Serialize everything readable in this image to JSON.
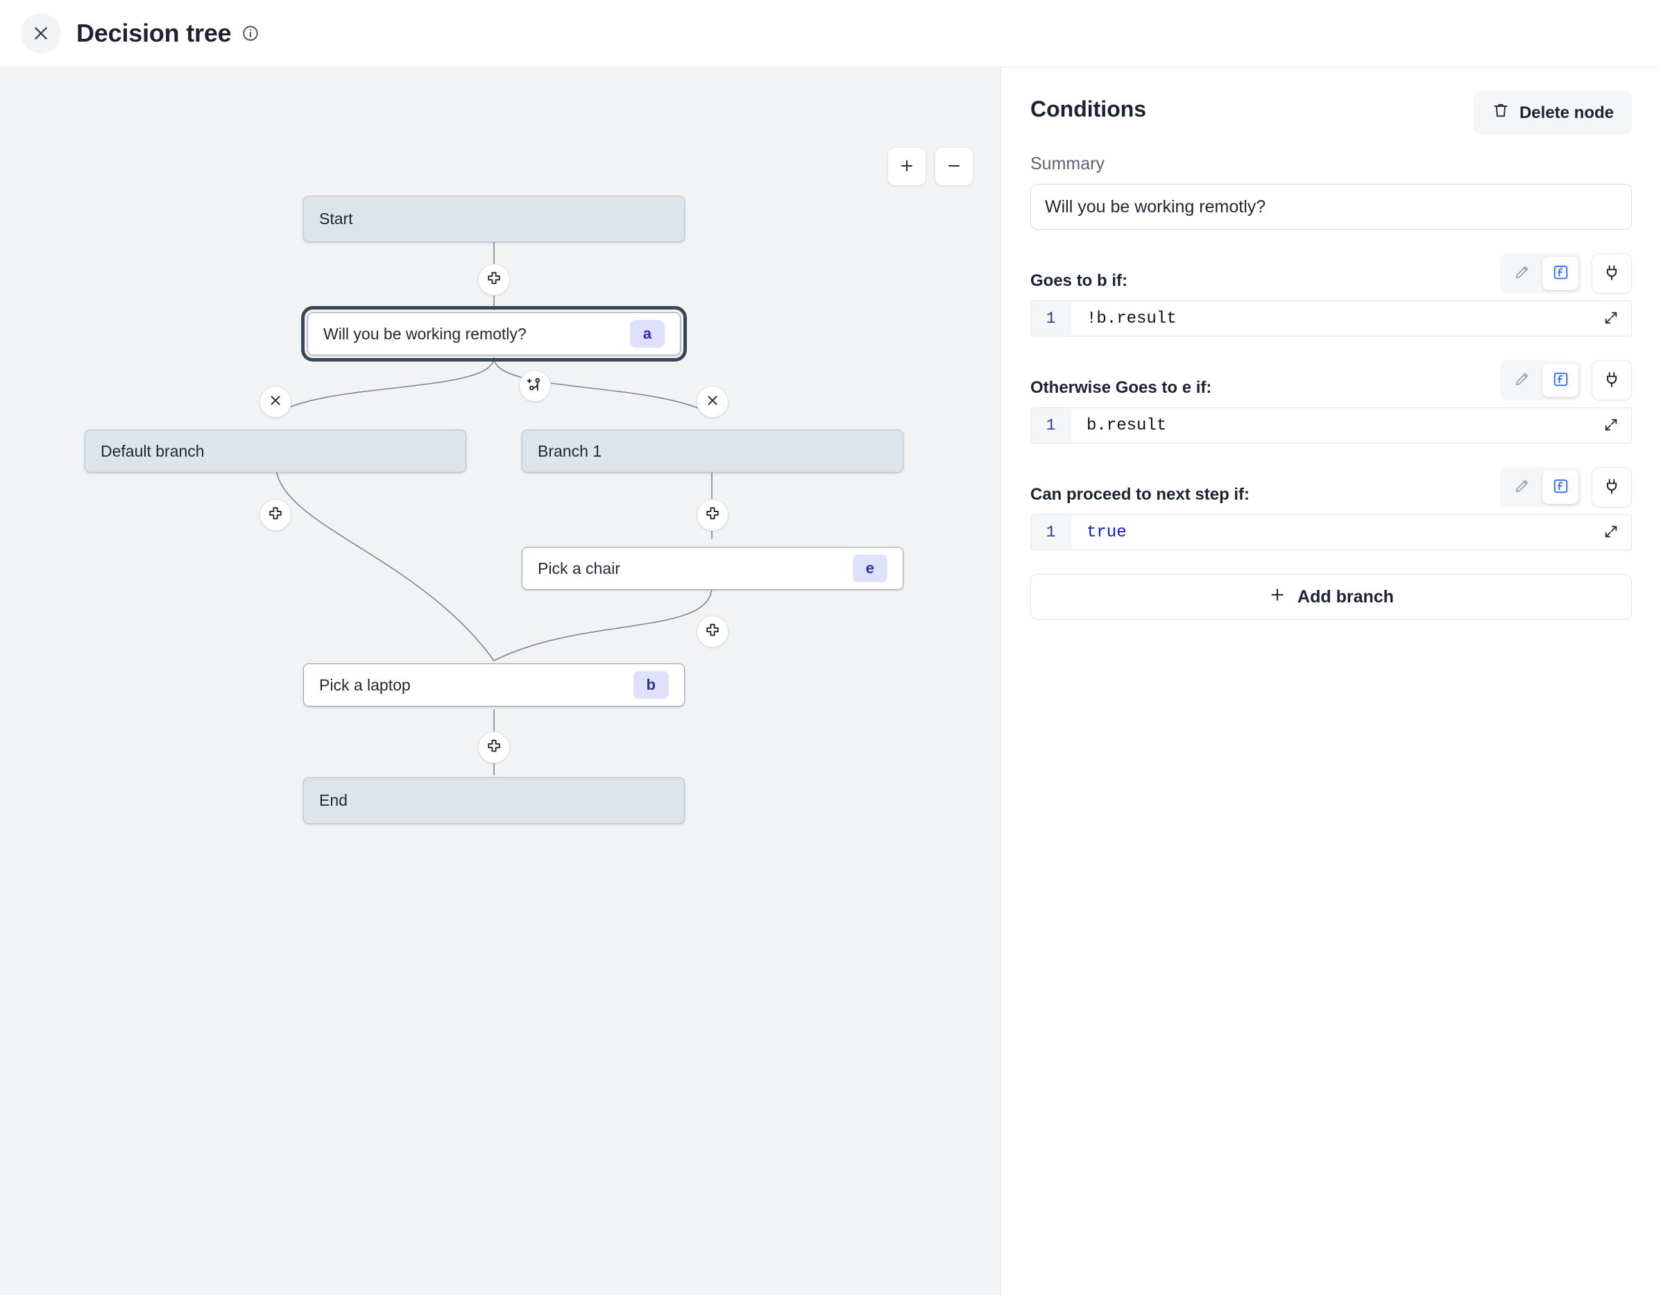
{
  "header": {
    "title": "Decision tree",
    "close_icon": "close-icon",
    "info_icon": "info-icon"
  },
  "canvas": {
    "zoom_in_label": "+",
    "zoom_out_label": "−",
    "nodes": [
      {
        "id": "start",
        "label": "Start",
        "type": "terminal",
        "badge": "",
        "selected": false
      },
      {
        "id": "a",
        "label": "Will you be working remotly?",
        "type": "step",
        "badge": "a",
        "selected": true
      },
      {
        "id": "default",
        "label": "Default branch",
        "type": "branch",
        "badge": "",
        "selected": false
      },
      {
        "id": "branch1",
        "label": "Branch 1",
        "type": "branch",
        "badge": "",
        "selected": false
      },
      {
        "id": "e",
        "label": "Pick a chair",
        "type": "step",
        "badge": "e",
        "selected": false
      },
      {
        "id": "b",
        "label": "Pick a laptop",
        "type": "step",
        "badge": "b",
        "selected": false
      },
      {
        "id": "end",
        "label": "End",
        "type": "terminal",
        "badge": "",
        "selected": false
      }
    ],
    "handles": [
      {
        "id": "add-after-start",
        "icon": "plus-icon"
      },
      {
        "id": "add-branch-node",
        "icon": "branch-plus-icon"
      },
      {
        "id": "remove-default",
        "icon": "close-icon"
      },
      {
        "id": "remove-branch1",
        "icon": "close-icon"
      },
      {
        "id": "add-after-default",
        "icon": "plus-icon"
      },
      {
        "id": "add-after-branch1",
        "icon": "plus-icon"
      },
      {
        "id": "add-after-chair",
        "icon": "plus-icon"
      },
      {
        "id": "add-after-laptop",
        "icon": "plus-icon"
      }
    ]
  },
  "panel": {
    "title": "Conditions",
    "delete_label": "Delete node",
    "summary_label": "Summary",
    "summary_value": "Will you be working remotly?",
    "conditions": [
      {
        "label": "Goes to b if:",
        "line_no": "1",
        "code": "!b.result",
        "keyword": false
      },
      {
        "label": "Otherwise Goes to e if:",
        "line_no": "1",
        "code": "b.result",
        "keyword": false
      },
      {
        "label": "Can proceed to next step if:",
        "line_no": "1",
        "code": "true",
        "keyword": true
      }
    ],
    "tools": {
      "pencil_icon": "pencil-icon",
      "function_icon": "function-icon",
      "plug_icon": "plug-icon",
      "expand_icon": "expand-icon"
    },
    "add_branch_label": "Add branch"
  },
  "colors": {
    "accent_blue": "#2b6cff",
    "badge_bg": "#dfe1fb",
    "badge_fg": "#2e2ea6",
    "node_fill": "#dde4ea",
    "canvas_bg": "#f1f3f5",
    "keyword": "#1216d6"
  }
}
